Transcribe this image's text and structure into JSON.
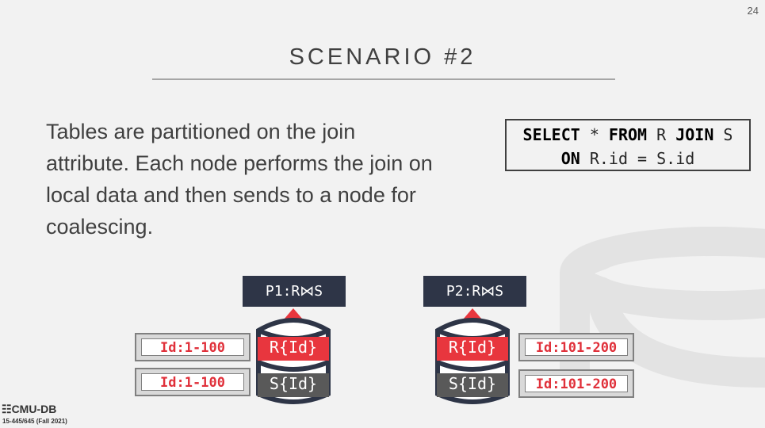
{
  "slide": {
    "number": "24",
    "title": "SCENARIO #2",
    "body": "Tables are partitioned on the join attribute. Each node performs the join on local data and then sends to a node for coalescing."
  },
  "sql": {
    "line1": {
      "kw1": "SELECT",
      "t1": " * ",
      "kw2": "FROM",
      "t2": " R ",
      "kw3": "JOIN",
      "t3": " S"
    },
    "line2": {
      "kw1": "ON",
      "t1": " R.id = S.id"
    }
  },
  "partitions": [
    {
      "label": "P1:R⋈S",
      "r_label": "R{Id}",
      "s_label": "S{Id}",
      "r_range": "Id:1-100",
      "s_range": "Id:1-100"
    },
    {
      "label": "P2:R⋈S",
      "r_label": "R{Id}",
      "s_label": "S{Id}",
      "r_range": "Id:101-200",
      "s_range": "Id:101-200"
    }
  ],
  "footer": {
    "logo": "CMU-DB",
    "course": "15-445/645 (Fall 2021)"
  },
  "colors": {
    "r_table": "#e8363e",
    "s_table": "#595959",
    "partition_label_bg": "#2e3547",
    "arrow": "#e8363e"
  }
}
